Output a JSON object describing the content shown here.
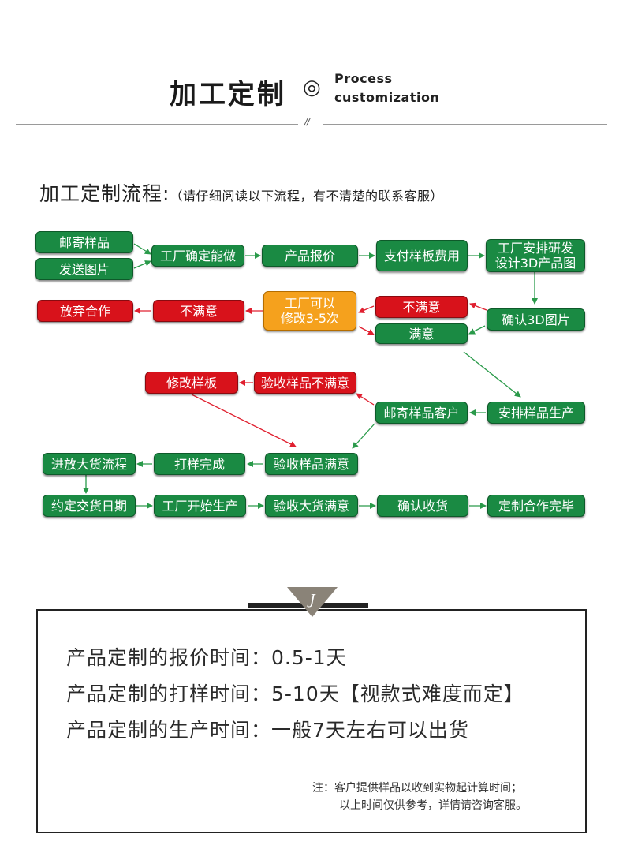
{
  "header": {
    "title": "加工定制",
    "mark": "◎",
    "en_line1": "Process",
    "en_line2": "customization",
    "divider_mark": "//"
  },
  "flow": {
    "title": "加工定制流程:",
    "subtitle": "（请仔细阅读以下流程，有不清楚的联系客服）",
    "nodes": {
      "mail_sample": "邮寄样品",
      "send_pics": "发送图片",
      "factory_confirm": "工厂确定能做",
      "quote": "产品报价",
      "pay_fee": "支付样板费用",
      "design_line1": "工厂安排研发",
      "design_line2": "设计3D产品图",
      "confirm_3d": "确认3D图片",
      "unsatisfied_3d": "不满意",
      "satisfied_3d": "满意",
      "modify_line1": "工厂可以",
      "modify_line2": "修改3-5次",
      "unsatisfied_final": "不满意",
      "give_up": "放弃合作",
      "arrange_sample": "安排样品生产",
      "mail_customer": "邮寄样品客户",
      "sample_unsatisfied": "验收样品不满意",
      "modify_sample": "修改样板",
      "sample_satisfied": "验收样品满意",
      "sampling_done": "打样完成",
      "mass_process": "进放大货流程",
      "agree_delivery": "约定交货日期",
      "factory_start": "工厂开始生产",
      "check_bulk": "验收大货满意",
      "confirm_receipt": "确认收货",
      "complete": "定制合作完毕"
    }
  },
  "info": {
    "badge_letter": "J",
    "line1": "产品定制的报价时间：0.5-1天",
    "line2": "产品定制的打样时间：5-10天【视款式难度而定】",
    "line3": "产品定制的生产时间：一般7天左右可以出货",
    "note1": "注：客户提供样品以收到实物起计算时间；",
    "note2": "以上时间仅供参考，详情请咨询客服。"
  },
  "colors": {
    "green": "#1a8a43",
    "red": "#d8121b",
    "orange": "#f5a11d",
    "arrow_green": "#2a9a4a",
    "arrow_red": "#e02030",
    "badge": "#8a8378"
  }
}
